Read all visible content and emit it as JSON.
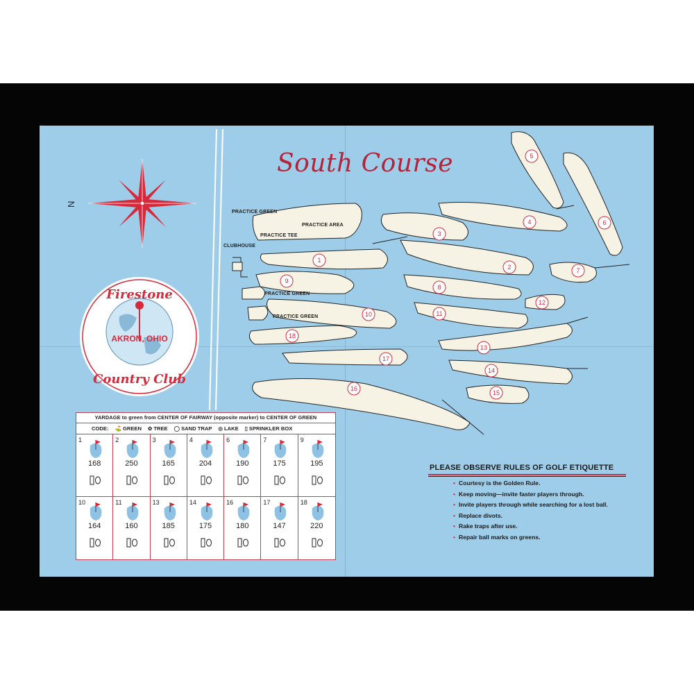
{
  "title": "South Course",
  "compass": {
    "north_label": "N"
  },
  "logo": {
    "top_text": "Firestone",
    "center_text": "AKRON, OHIO",
    "bottom_text": "Country Club"
  },
  "map_labels": {
    "practice_green_top": "PRACTICE GREEN",
    "practice_area": "PRACTICE AREA",
    "practice_tee": "PRACTICE TEE",
    "clubhouse": "CLUBHOUSE",
    "practice_green_mid": "PRACTICE GREEN",
    "practice_green_low": "PRACTICE GREEN"
  },
  "holes": [
    "1",
    "2",
    "3",
    "4",
    "5",
    "6",
    "7",
    "8",
    "9",
    "10",
    "11",
    "12",
    "13",
    "14",
    "15",
    "16",
    "17",
    "18"
  ],
  "yardage": {
    "header": "YARDAGE to green from CENTER OF FAIRWAY (opposite marker) to CENTER OF GREEN",
    "code_label": "CODE:",
    "codes": [
      {
        "icon": "green-icon",
        "label": "GREEN"
      },
      {
        "icon": "tree-icon",
        "label": "TREE"
      },
      {
        "icon": "sand-trap-icon",
        "label": "SAND TRAP"
      },
      {
        "icon": "lake-icon",
        "label": "LAKE"
      },
      {
        "icon": "sprinkler-box-icon",
        "label": "SPRINKLER BOX"
      }
    ],
    "holes": [
      {
        "hole": "1",
        "yards": "168"
      },
      {
        "hole": "2",
        "yards": "250"
      },
      {
        "hole": "3",
        "yards": "165"
      },
      {
        "hole": "4",
        "yards": "204"
      },
      {
        "hole": "6",
        "yards": "190"
      },
      {
        "hole": "7",
        "yards": "175"
      },
      {
        "hole": "9",
        "yards": "195"
      },
      {
        "hole": "10",
        "yards": "164"
      },
      {
        "hole": "11",
        "yards": "160"
      },
      {
        "hole": "13",
        "yards": "185"
      },
      {
        "hole": "14",
        "yards": "175"
      },
      {
        "hole": "16",
        "yards": "180"
      },
      {
        "hole": "17",
        "yards": "147"
      },
      {
        "hole": "18",
        "yards": "220"
      }
    ]
  },
  "etiquette": {
    "heading": "PLEASE OBSERVE RULES OF GOLF ETIQUETTE",
    "rules": [
      "Courtesy is the Golden Rule.",
      "Keep moving—invite faster players through.",
      "Invite players through while searching for a lost ball.",
      "Replace divots.",
      "Rake traps after use.",
      "Repair ball marks on greens."
    ]
  },
  "colors": {
    "card": "#9ecdea",
    "accent": "#b3243a",
    "fairway": "#f7f3e4"
  }
}
